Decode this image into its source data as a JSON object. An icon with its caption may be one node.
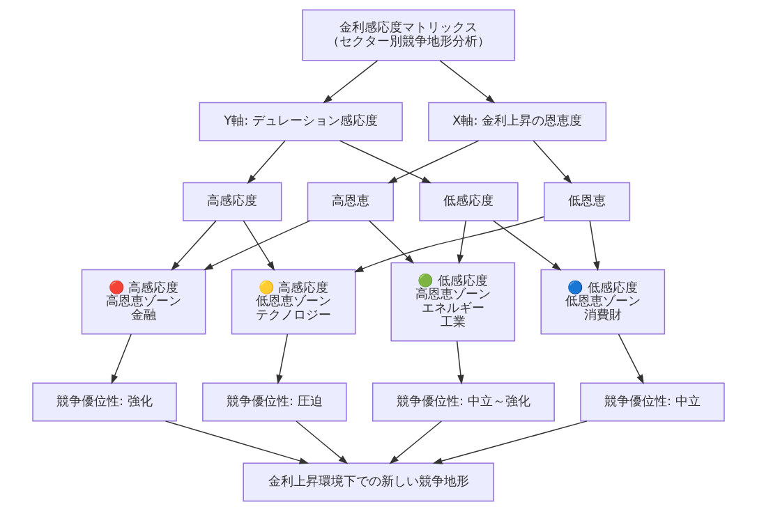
{
  "diagram": {
    "nodes": [
      {
        "text": [
          "金利感応度マトリックス",
          "（セクター別競争地形分析）"
        ]
      },
      {
        "text": [
          "Y軸: デュレーション感応度"
        ]
      },
      {
        "text": [
          "X軸: 金利上昇の恩恵度"
        ]
      },
      {
        "text": [
          "高感応度"
        ]
      },
      {
        "text": [
          "高恩恵"
        ]
      },
      {
        "text": [
          "低感応度"
        ]
      },
      {
        "text": [
          "低恩恵"
        ]
      },
      {
        "text": [
          "🔴 高感応度",
          "高恩恵ゾーン",
          "金融"
        ]
      },
      {
        "text": [
          "🟡 高感応度",
          "低恩恵ゾーン",
          "テクノロジー"
        ]
      },
      {
        "text": [
          "🟢 低感応度",
          "高恩恵ゾーン",
          "エネルギー",
          "工業"
        ]
      },
      {
        "text": [
          "🔵 低感応度",
          "低恩恵ゾーン",
          "消費財"
        ]
      },
      {
        "text": [
          "競争優位性: 強化"
        ]
      },
      {
        "text": [
          "競争優位性: 圧迫"
        ]
      },
      {
        "text": [
          "競争優位性: 中立～強化"
        ]
      },
      {
        "text": [
          "競争優位性: 中立"
        ]
      },
      {
        "text": [
          "金利上昇環境下での新しい競争地形"
        ]
      }
    ],
    "edges": [
      {
        "from": 0,
        "to": 1,
        "arrow": "to"
      },
      {
        "from": 0,
        "to": 2,
        "arrow": "to"
      },
      {
        "from": 1,
        "to": 3,
        "arrow": "to"
      },
      {
        "from": 1,
        "to": 5,
        "arrow": "to"
      },
      {
        "from": 2,
        "to": 4,
        "arrow": "to"
      },
      {
        "from": 2,
        "to": 6,
        "arrow": "to"
      },
      {
        "from": 3,
        "to": 7,
        "arrow": "to"
      },
      {
        "from": 4,
        "to": 7,
        "arrow": "to"
      },
      {
        "from": 3,
        "to": 8,
        "arrow": "to"
      },
      {
        "from": 6,
        "to": 8,
        "arrow": "to"
      },
      {
        "from": 5,
        "to": 9,
        "arrow": "to"
      },
      {
        "from": 4,
        "to": 9,
        "arrow": "to"
      },
      {
        "from": 5,
        "to": 10,
        "arrow": "to"
      },
      {
        "from": 6,
        "to": 10,
        "arrow": "to"
      },
      {
        "from": 7,
        "to": 11,
        "arrow": "to"
      },
      {
        "from": 8,
        "to": 12,
        "arrow": "to"
      },
      {
        "from": 9,
        "to": 13,
        "arrow": "to"
      },
      {
        "from": 10,
        "to": 14,
        "arrow": "to"
      },
      {
        "from": 11,
        "to": 15,
        "arrow": "to"
      },
      {
        "from": 12,
        "to": 15,
        "arrow": "to"
      },
      {
        "from": 13,
        "to": 15,
        "arrow": "to"
      },
      {
        "from": 14,
        "to": 15,
        "arrow": "to"
      }
    ]
  }
}
